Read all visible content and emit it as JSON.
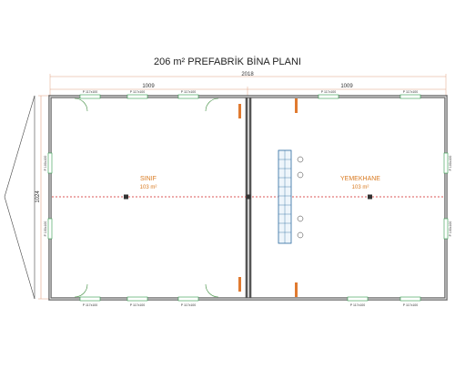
{
  "title": "206 m² PREFABRİK BİNA PLANI",
  "dimensions": {
    "total_width": "2018",
    "left_width": "1009",
    "right_width": "1009",
    "depth": "1024"
  },
  "rooms": [
    {
      "name": "SINIF",
      "area": "103 m²"
    },
    {
      "name": "YEMEKHANE",
      "area": "103 m²"
    }
  ],
  "windows": {
    "horizontal_label": "P 117x100",
    "vertical_label": "P 100x100"
  },
  "colors": {
    "wall": "#555555",
    "window": "#2e9a4a",
    "door": "#3a8a3a",
    "dimension": "#e0a080",
    "axis": "#d02020",
    "room_label": "#d97a20",
    "furniture": "#2a6aa0"
  }
}
